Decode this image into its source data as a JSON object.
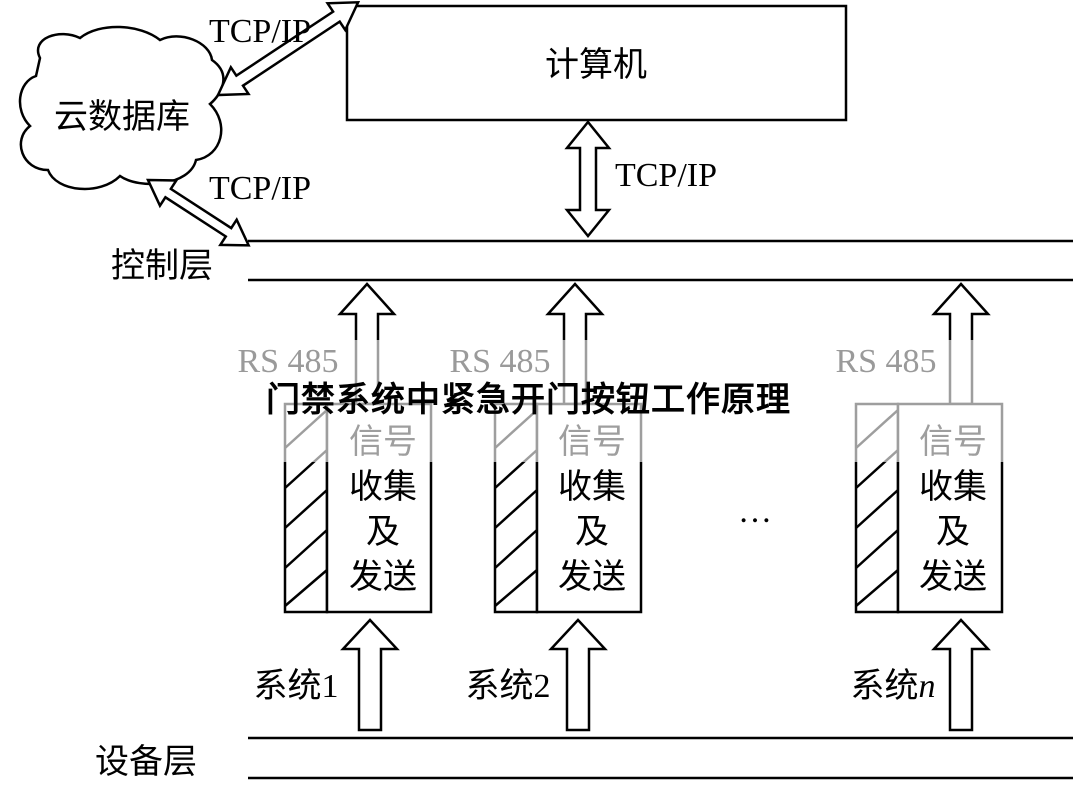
{
  "overlay_title": "门禁系统中紧急开门按钮工作原理",
  "cloud_label": "云数据库",
  "computer_label": "计算机",
  "tcp_labels": [
    "TCP/IP",
    "TCP/IP",
    "TCP/IP"
  ],
  "control_layer_label": "控制层",
  "device_layer_label": "设备层",
  "rs485_labels": [
    "RS 485",
    "RS 485",
    "RS 485"
  ],
  "module_lines": [
    "信号",
    "收集",
    "及",
    "发送"
  ],
  "ellipsis": "…",
  "systems": [
    {
      "prefix": "系统",
      "suffix": "1"
    },
    {
      "prefix": "系统",
      "suffix": "2"
    },
    {
      "prefix": "系统",
      "suffix": "n"
    }
  ],
  "colors": {
    "line": "#000000",
    "faded": "#9a9a9a",
    "background": "#ffffff"
  }
}
